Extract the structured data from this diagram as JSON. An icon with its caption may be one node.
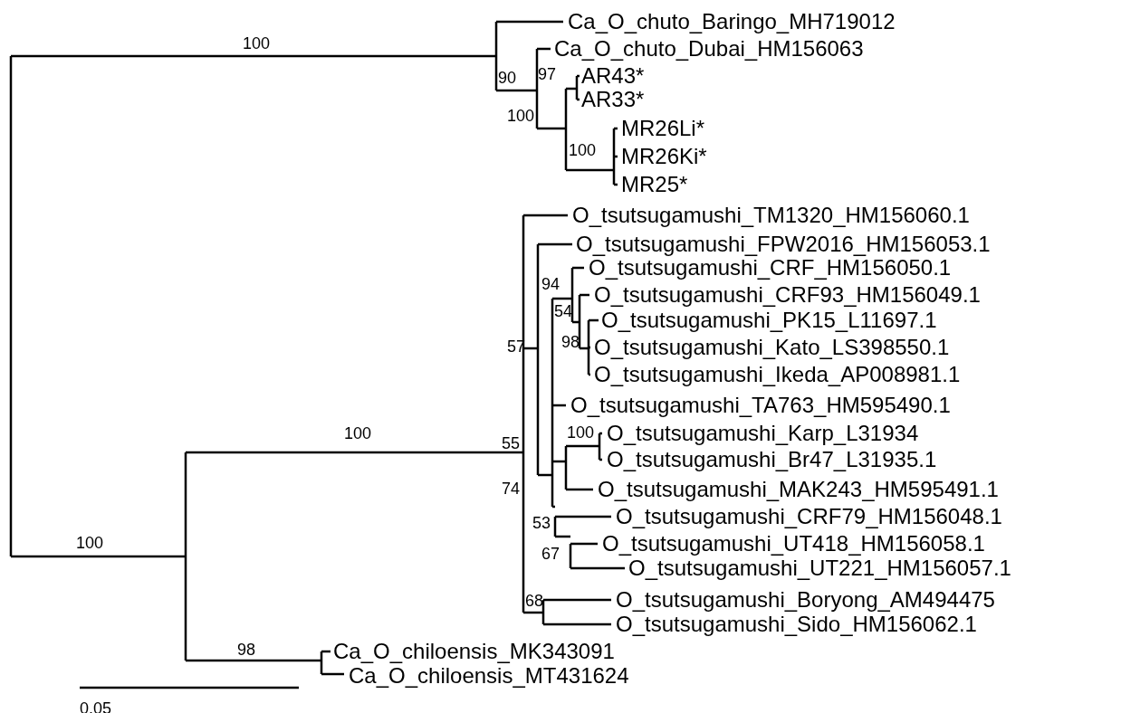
{
  "diagram": {
    "labels": [
      "Ca_O_chuto_Baringo_MH719012",
      "100",
      "Ca_O_chuto_Dubai_HM156063",
      "90",
      "97",
      "AR43*",
      "AR33*",
      "100",
      "MR26Li*",
      "100",
      "MR26Ki*",
      "MR25*",
      "O_tsutsugamushi_TM1320_HM156060.1",
      "O_tsutsugamushi_FPW2016_HM156053.1",
      "O_tsutsugamushi_CRF_HM156050.1",
      "94",
      "O_tsutsugamushi_CRF93_HM156049.1",
      "54",
      "O_tsutsugamushi_PK15_L11697.1",
      "57",
      "98",
      "O_tsutsugamushi_Kato_LS398550.1",
      "O_tsutsugamushi_Ikeda_AP008981.1",
      "O_tsutsugamushi_TA763_HM595490.1",
      "100",
      "100",
      "O_tsutsugamushi_Karp_L31934",
      "55",
      "O_tsutsugamushi_Br47_L31935.1",
      "74",
      "O_tsutsugamushi_MAK243_HM595491.1",
      "53",
      "O_tsutsugamushi_CRF79_HM156048.1",
      "100",
      "O_tsutsugamushi_UT418_HM156058.1",
      "67",
      "O_tsutsugamushi_UT221_HM156057.1",
      "O_tsutsugamushi_Boryong_AM494475",
      "68",
      "O_tsutsugamushi_Sido_HM156062.1",
      "98",
      "Ca_O_chiloensis_MK343091",
      "Ca_O_chiloensis_MT431624",
      "0.05"
    ]
  }
}
